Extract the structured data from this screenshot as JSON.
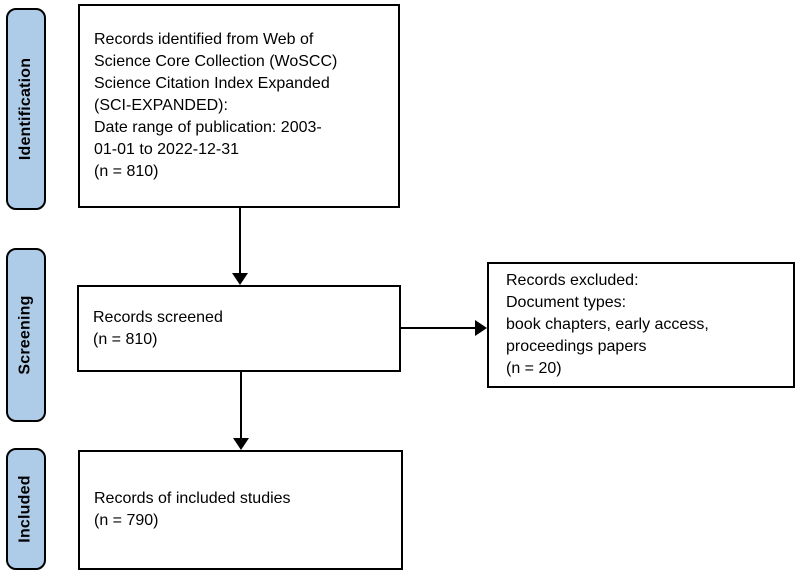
{
  "diagram": {
    "type": "prisma-flow",
    "stages": [
      {
        "label": "Identification"
      },
      {
        "label": "Screening"
      },
      {
        "label": "Included"
      }
    ],
    "boxes": {
      "identified": {
        "text": "Records identified from Web of\nScience Core Collection (WoSCC)\nScience Citation Index Expanded\n(SCI-EXPANDED):\nDate range of publication: 2003-\n01-01 to 2022-12-31\n(n = 810)",
        "n": 810
      },
      "screened": {
        "text": "Records screened\n(n = 810)",
        "n": 810
      },
      "excluded": {
        "text": "Records excluded:\nDocument types:\nbook chapters, early access,\nproceedings papers\n(n = 20)",
        "n": 20
      },
      "included": {
        "text": "Records of included studies\n(n = 790)",
        "n": 790
      }
    },
    "colors": {
      "stage_fill": "#aecbe8",
      "border": "#000000",
      "box_fill": "#ffffff"
    }
  }
}
